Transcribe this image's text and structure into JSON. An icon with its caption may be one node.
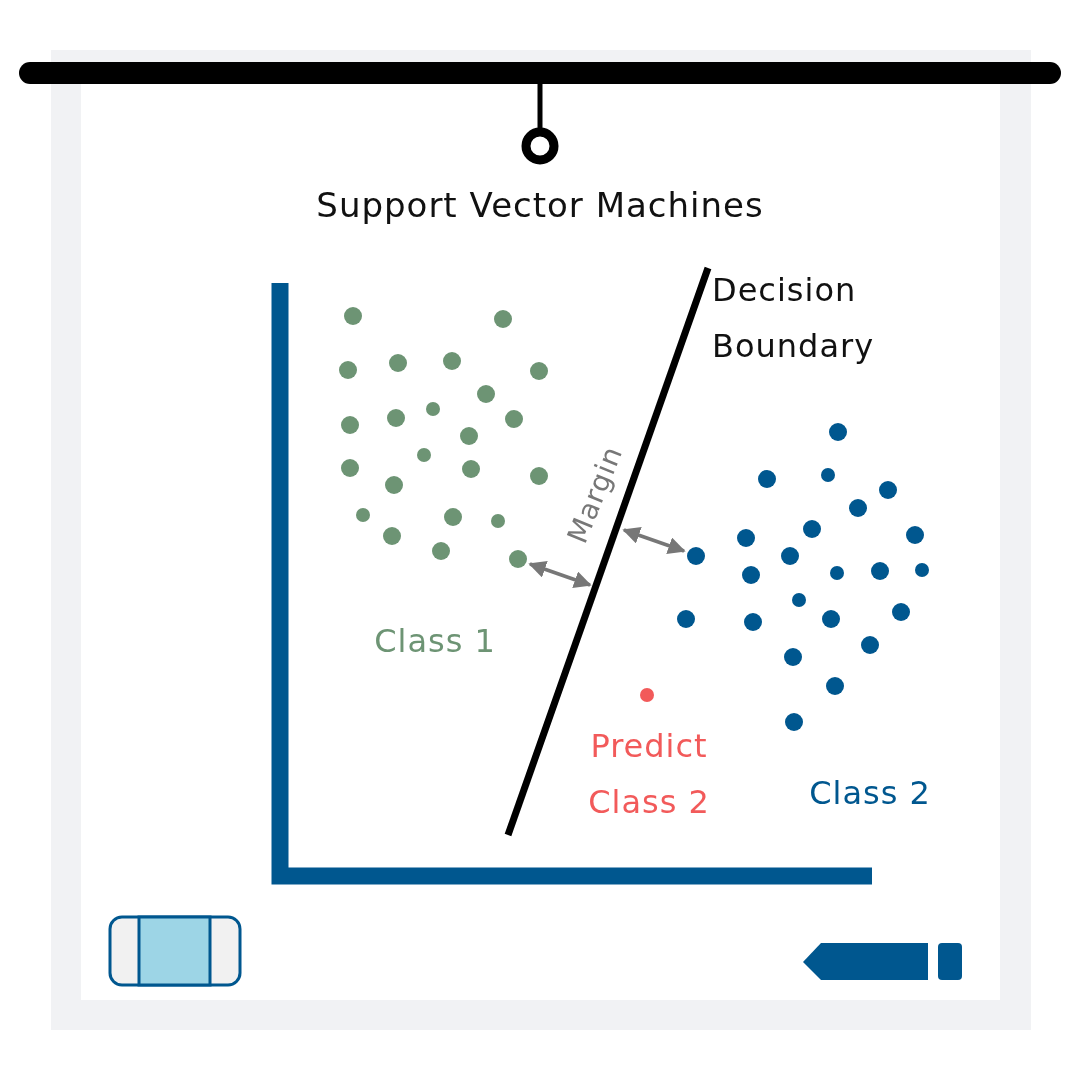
{
  "diagram": {
    "title": "Support Vector Machines",
    "labels": [
      "Decision Boundary",
      "Margin",
      "Class 1",
      "Predict Class 2",
      "Class 2"
    ]
  }
}
